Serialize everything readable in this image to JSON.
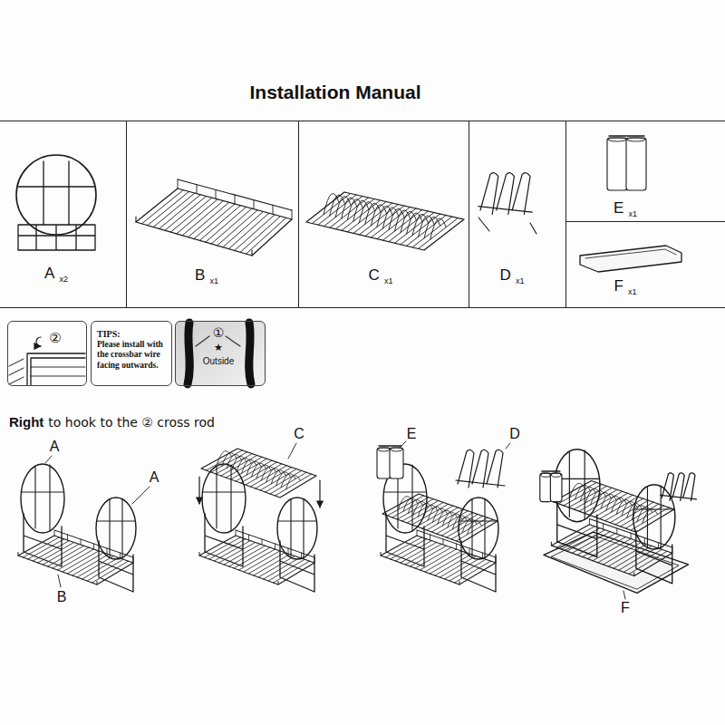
{
  "diagram": {
    "title": "Installation Manual",
    "nodes": [
      {
        "text": [
          "A",
          "x2"
        ]
      },
      {
        "text": [
          "B",
          "x1"
        ]
      },
      {
        "text": [
          "C",
          "x1"
        ]
      },
      {
        "text": [
          "D",
          "x1"
        ]
      },
      {
        "text": [
          "E",
          "x1"
        ]
      },
      {
        "text": [
          "F",
          "x1"
        ]
      },
      {
        "text": [
          "②"
        ]
      },
      {
        "text": [
          "TIPS:",
          "Please install with the crossbar wire facing outwards."
        ]
      },
      {
        "text": [
          "①",
          "★",
          "Outside"
        ]
      }
    ],
    "labels": [
      "Right",
      "to hook to the ② cross rod",
      "A",
      "A",
      "B",
      "C",
      "E",
      "D",
      "F"
    ]
  }
}
